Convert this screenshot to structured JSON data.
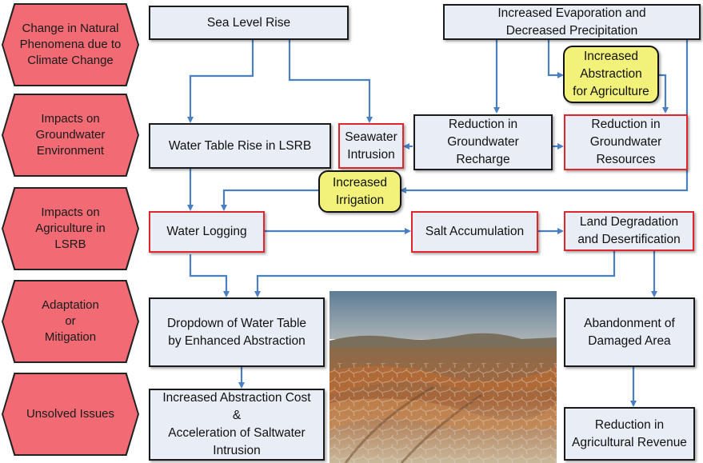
{
  "rows": [
    {
      "label": "Change in Natural\nPhenomena due to\nClimate Change"
    },
    {
      "label": "Impacts on\nGroundwater\nEnvironment"
    },
    {
      "label": "Impacts on\nAgriculture in\nLSRB"
    },
    {
      "label": "Adaptation\nor\nMitigation"
    },
    {
      "label": "Unsolved Issues"
    }
  ],
  "boxes": {
    "sea_level_rise": "Sea Level Rise",
    "evap_precip": "Increased Evaporation and\nDecreased Precipitation",
    "abstraction_agri": "Increased\nAbstraction\nfor Agriculture",
    "water_table_rise": "Water Table Rise in LSRB",
    "seawater_intrusion": "Seawater\nIntrusion",
    "reduction_recharge": "Reduction in\nGroundwater\nRecharge",
    "reduction_resources": "Reduction in\nGroundwater\nResources",
    "increased_irrigation": "Increased\nIrrigation",
    "water_logging": "Water Logging",
    "salt_accumulation": "Salt Accumulation",
    "land_degradation": "Land Degradation\nand Desertification",
    "dropdown_water_table": "Dropdown of Water Table\nby Enhanced Abstraction",
    "abandonment": "Abandonment of\nDamaged Area",
    "abstraction_cost": "Increased Abstraction Cost\n&\nAcceleration of Saltwater\nIntrusion",
    "reduction_revenue": "Reduction in\nAgricultural Revenue"
  },
  "colors": {
    "row_label_fill": "#f26b74",
    "box_fill": "#e8edf6",
    "highlight_fill": "#f2f27a",
    "red_border": "#e0262c",
    "arrow": "#4a7fc1"
  }
}
